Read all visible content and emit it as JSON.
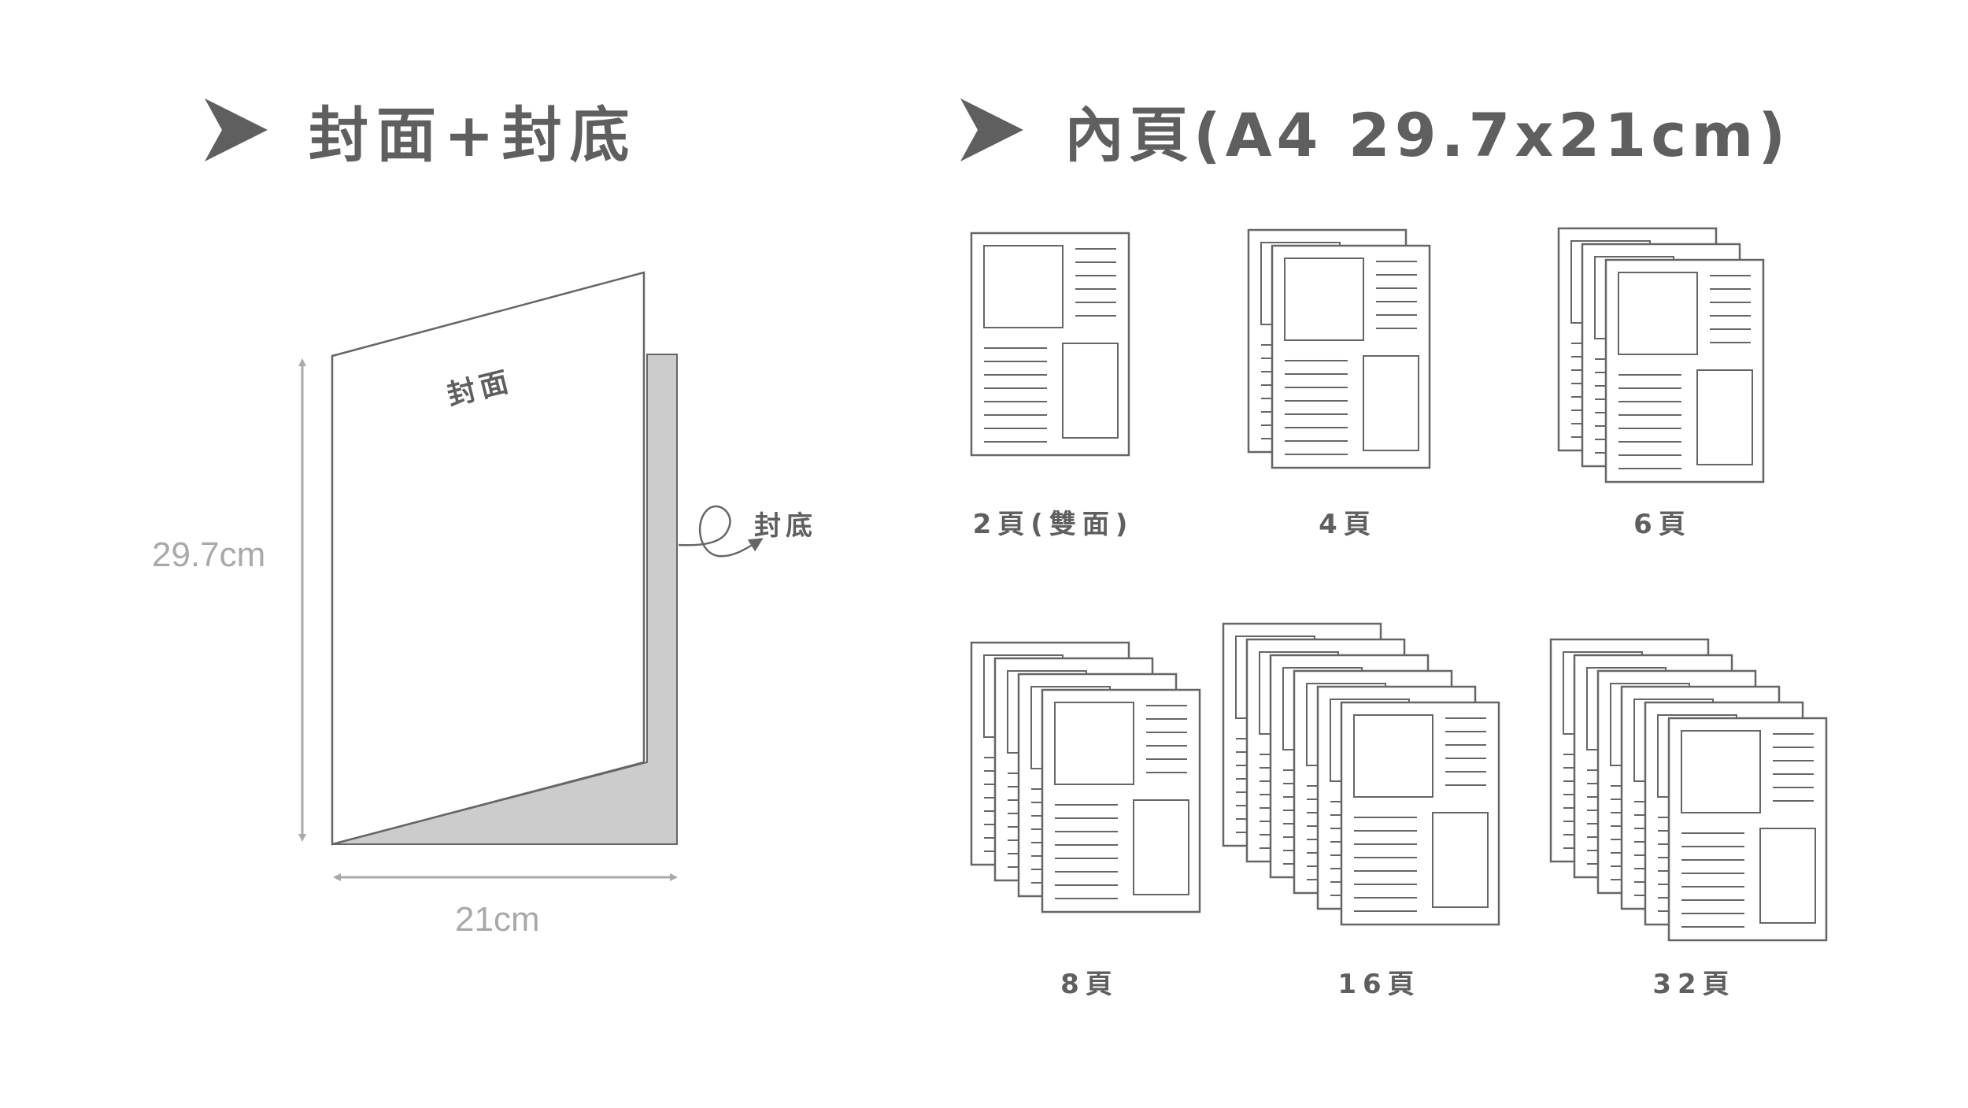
{
  "headings": {
    "cover": "封面+封底",
    "inner": "內頁(A4 29.7x21cm)"
  },
  "cover_diagram": {
    "front_label": "封面",
    "back_label": "封底",
    "height_label": "29.7cm",
    "width_label": "21cm"
  },
  "page_options": [
    {
      "label": "2頁(雙面)",
      "sheets": 1
    },
    {
      "label": "4頁",
      "sheets": 2
    },
    {
      "label": "6頁",
      "sheets": 3
    },
    {
      "label": "8頁",
      "sheets": 4
    },
    {
      "label": "16頁",
      "sheets": 6
    },
    {
      "label": "32頁",
      "sheets": 6
    }
  ],
  "colors": {
    "heading": "#5f5f5f",
    "line": "#666666",
    "dimension": "#a9a9a9",
    "back_cover_fill": "#cccccc"
  },
  "icons": {
    "section_marker": "arrowhead-icon",
    "back_cover_pointer": "curly-arrow-icon"
  }
}
